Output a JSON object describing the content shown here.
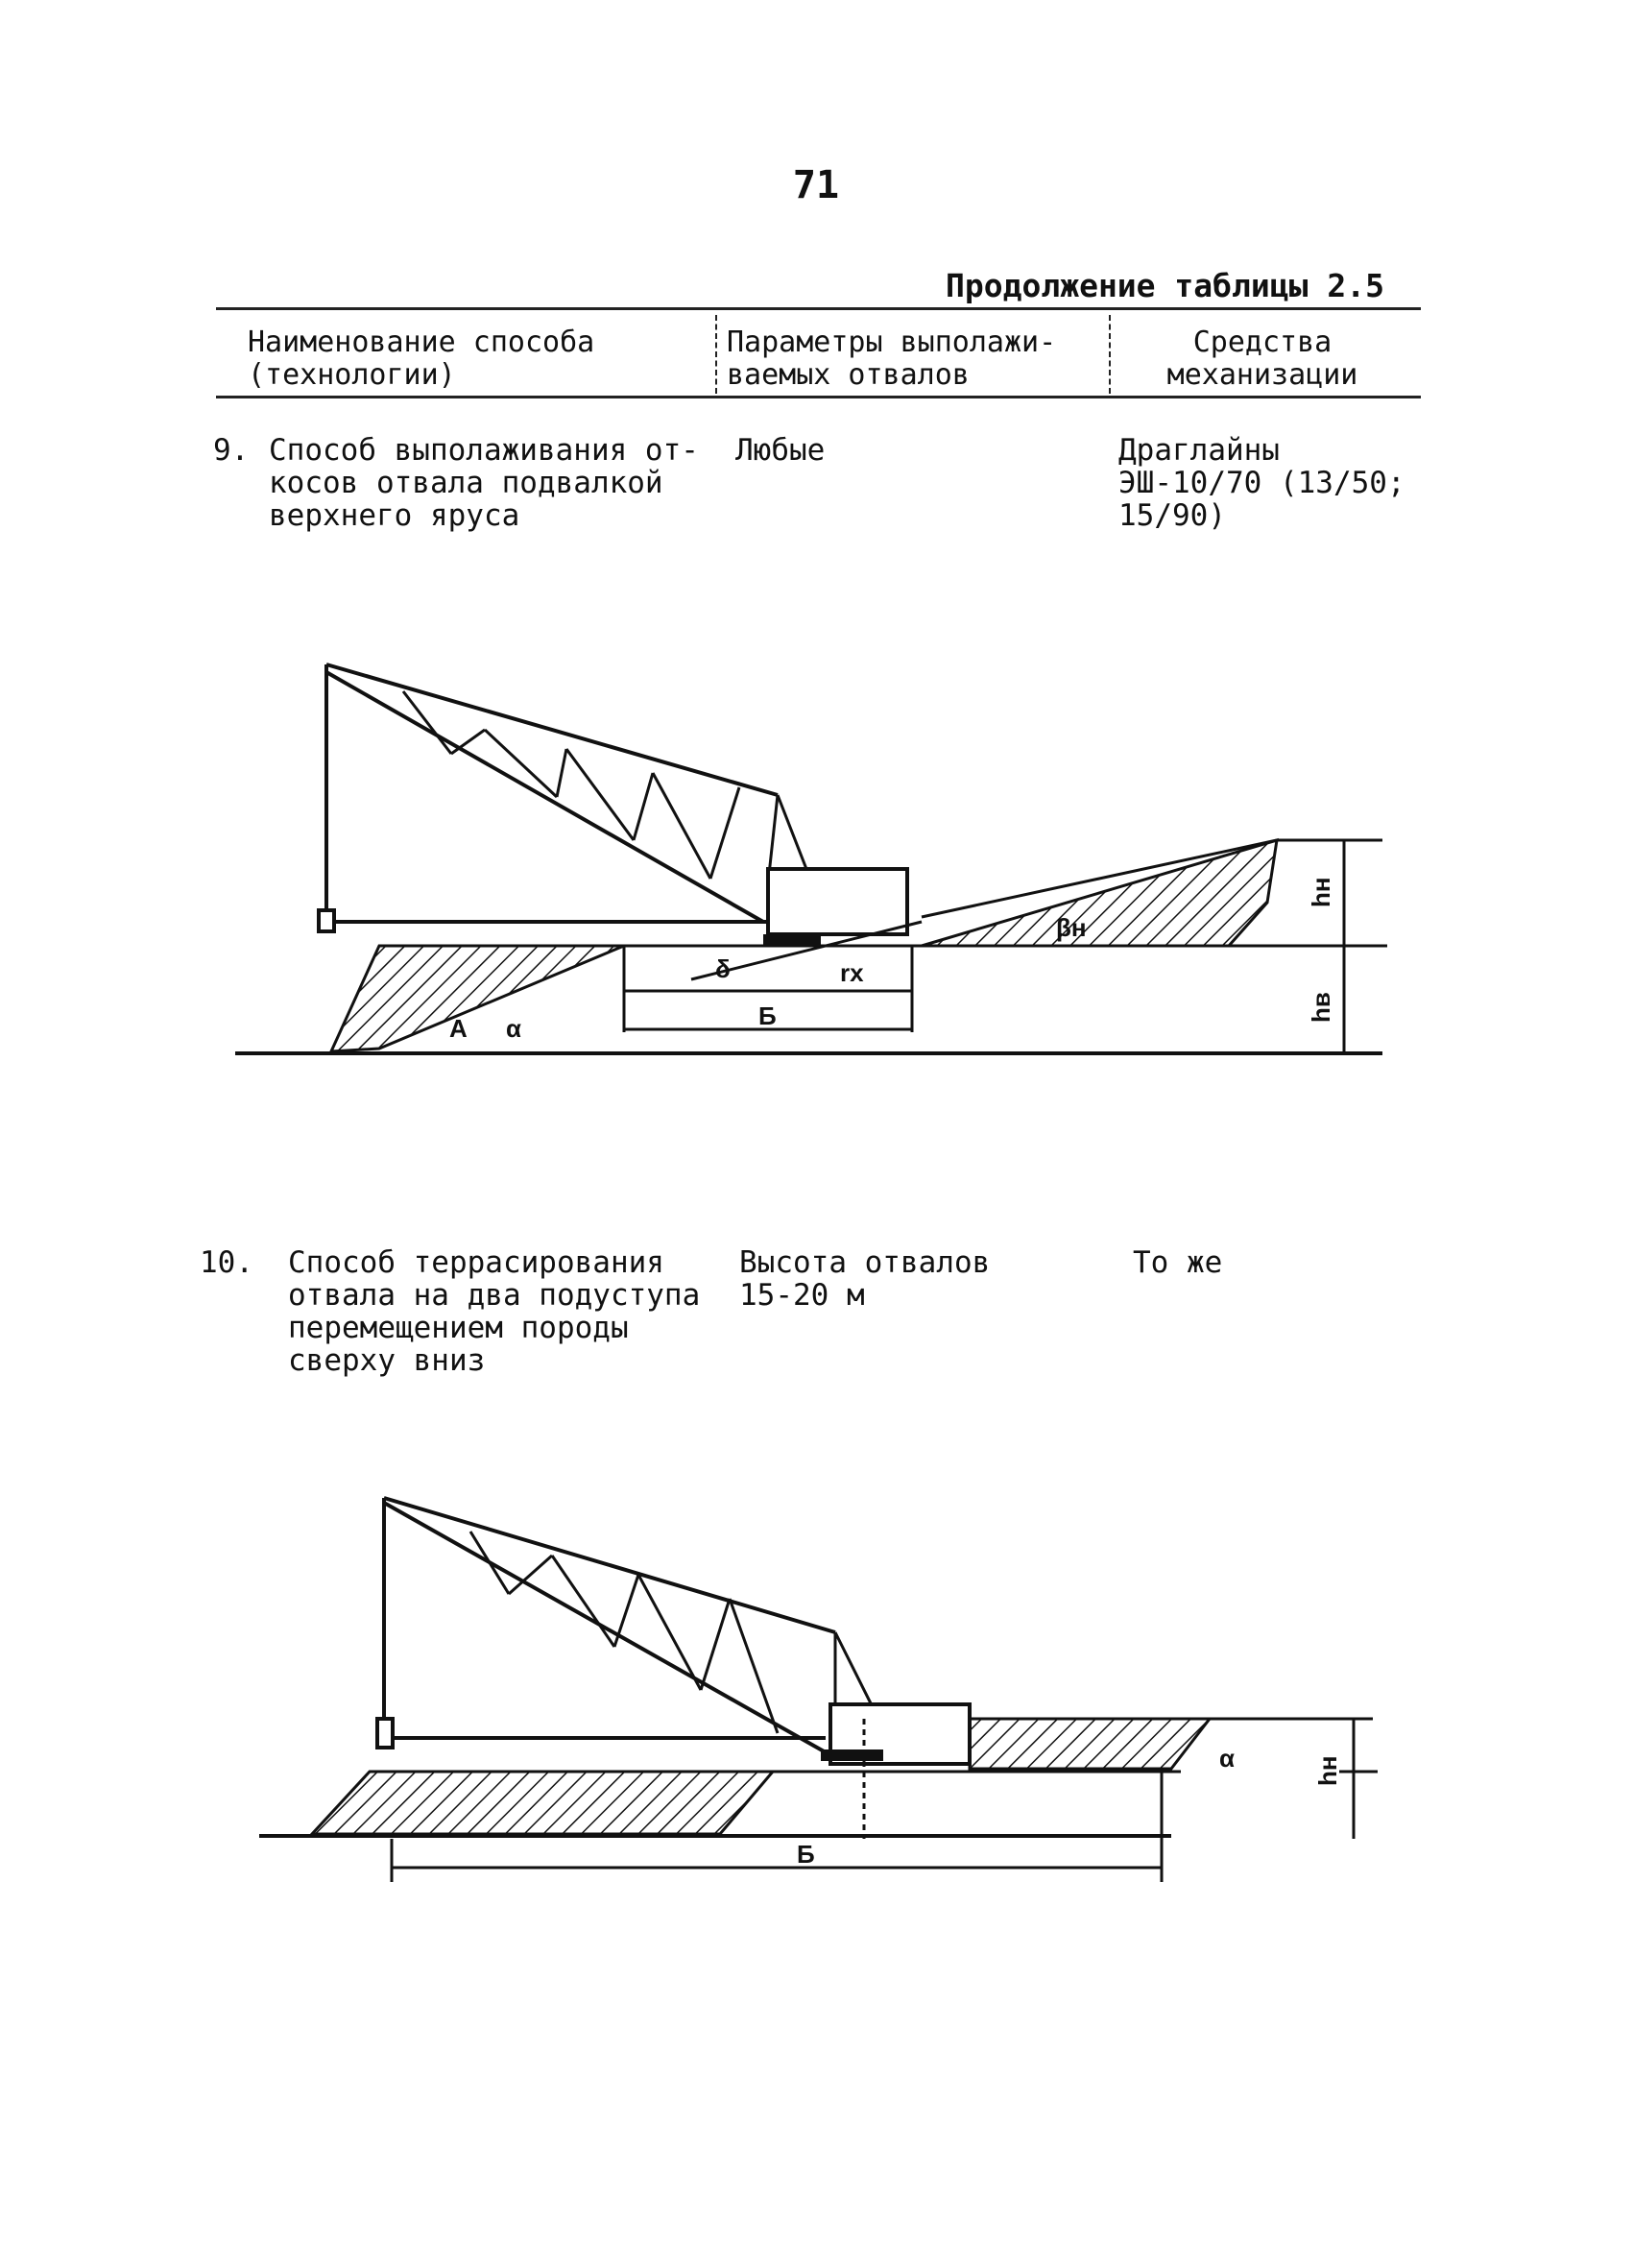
{
  "page_number": "71",
  "continuation": "Продолжение таблицы 2.5",
  "table": {
    "columns": [
      "Наименование способа\n(технологии)",
      "Параметры выполажи-\nваемых отвалов",
      "Средства\nмеханизации"
    ],
    "rows": [
      {
        "number": "9.",
        "method": "Способ выполаживания от-\nкосов отвала подвалкой\nверхнего яруса",
        "params": "Любые",
        "equipment": "Драглайны\nЭШ-10/70 (13/50;\n15/90)"
      },
      {
        "number": "10.",
        "method": "Способ террасирования\nотвала на два подуступа\nперемещением породы\nсверху вниз",
        "params": "Высота отвалов\n15-20 м",
        "equipment": "То же"
      }
    ]
  },
  "figure1_labels": {
    "beta_n": "βн",
    "h_n": "hн",
    "h_v": "hв",
    "delta": "δ",
    "r_x": "rх",
    "B": "Б",
    "A": "А",
    "alpha": "α"
  },
  "figure2_labels": {
    "B": "Б",
    "h_n": "hн",
    "alpha": "α"
  }
}
